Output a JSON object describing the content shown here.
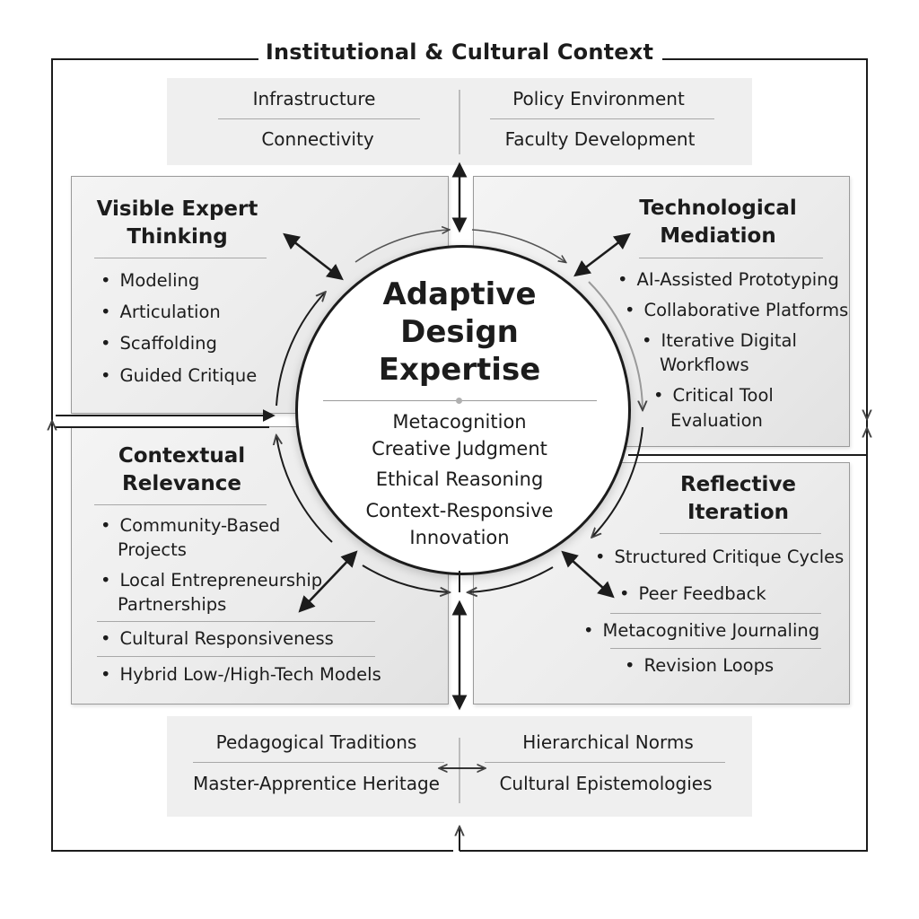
{
  "context_title": "Institutional & Cultural Context",
  "top_band": {
    "left": [
      "Infrastructure",
      "Connectivity"
    ],
    "right": [
      "Policy Environment",
      "Faculty Development"
    ]
  },
  "bottom_band": {
    "left": [
      "Pedagogical Traditions",
      "Master-Apprentice Heritage"
    ],
    "right": [
      "Hierarchical Norms",
      "Cultural Epistemologies"
    ]
  },
  "center": {
    "title_lines": [
      "Adaptive",
      "Design",
      "Expertise"
    ],
    "items": [
      "Metacognition",
      "Creative Judgment",
      "Ethical Reasoning",
      "Context-Responsive",
      "Innovation"
    ]
  },
  "quadrants": {
    "top_left": {
      "title_lines": [
        "Visible Expert",
        "Thinking"
      ],
      "items": [
        "Modeling",
        "Articulation",
        "Scaffolding",
        "Guided Critique"
      ]
    },
    "top_right": {
      "title_lines": [
        "Technological",
        "Mediation"
      ],
      "items": [
        "AI-Assisted Prototyping",
        "Collaborative Platforms",
        "Iterative Digital",
        "Workflows",
        "Critical Tool",
        "Evaluation"
      ]
    },
    "bottom_left": {
      "title_lines": [
        "Contextual",
        "Relevance"
      ],
      "items": [
        "Community-Based",
        "Projects",
        "Local Entrepreneurship",
        "Partnerships",
        "Cultural Responsiveness",
        "Hybrid Low-/High-Tech Models"
      ]
    },
    "bottom_right": {
      "title_lines": [
        "Reflective",
        "Iteration"
      ],
      "items": [
        "Structured Critique Cycles",
        "Peer Feedback",
        "Metacognitive Journaling",
        "Revision Loops"
      ]
    }
  }
}
